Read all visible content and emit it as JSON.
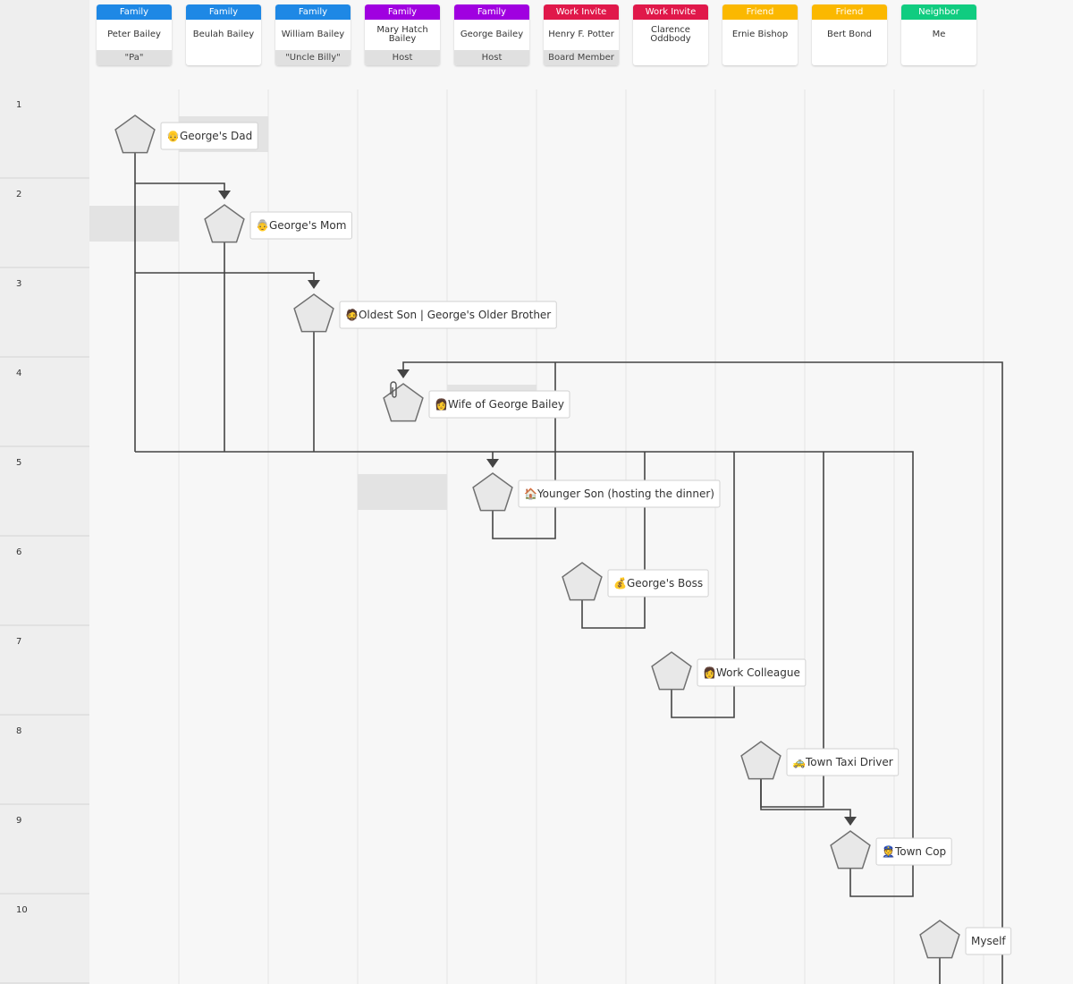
{
  "header": {
    "columns": [
      {
        "tag": "Family",
        "tag_color": "#1e88e5",
        "name": "Peter Bailey",
        "role": "\"Pa\""
      },
      {
        "tag": "Family",
        "tag_color": "#1e88e5",
        "name": "Beulah Bailey",
        "role": ""
      },
      {
        "tag": "Family",
        "tag_color": "#1e88e5",
        "name": "William Bailey",
        "role": "\"Uncle Billy\""
      },
      {
        "tag": "Family",
        "tag_color": "#a000e0",
        "name": "Mary Hatch Bailey",
        "role": "Host"
      },
      {
        "tag": "Family",
        "tag_color": "#a000e0",
        "name": "George Bailey",
        "role": "Host"
      },
      {
        "tag": "Work Invite",
        "tag_color": "#e0184a",
        "name": "Henry F. Potter",
        "role": "Board Member"
      },
      {
        "tag": "Work Invite",
        "tag_color": "#e0184a",
        "name": "Clarence Oddbody",
        "role": ""
      },
      {
        "tag": "Friend",
        "tag_color": "#fbb800",
        "name": "Ernie Bishop",
        "role": ""
      },
      {
        "tag": "Friend",
        "tag_color": "#fbb800",
        "name": "Bert Bond",
        "role": ""
      },
      {
        "tag": "Neighbor",
        "tag_color": "#10cc80",
        "name": "Me",
        "role": ""
      }
    ]
  },
  "rows": [
    "1",
    "2",
    "3",
    "4",
    "5",
    "6",
    "7",
    "8",
    "9",
    "10"
  ],
  "nodes": [
    {
      "emoji": "👴",
      "label": "George's Dad"
    },
    {
      "emoji": "👵",
      "label": "George's Mom"
    },
    {
      "emoji": "🧔",
      "label": "Oldest Son | George's Older Brother"
    },
    {
      "emoji": "👩",
      "label": "Wife of George Bailey"
    },
    {
      "emoji": "🏠",
      "label": "Younger Son (hosting the dinner)"
    },
    {
      "emoji": "💰",
      "label": "George's Boss"
    },
    {
      "emoji": "👩",
      "label": "Work Colleague"
    },
    {
      "emoji": "🚕",
      "label": "Town Taxi Driver"
    },
    {
      "emoji": "👮",
      "label": "Town Cop"
    },
    {
      "emoji": "",
      "label": "Myself"
    }
  ],
  "icons": {
    "attachment": "paperclip-icon",
    "node_shape": "pentagon-icon",
    "arrow": "arrowhead-icon"
  },
  "colors": {
    "line": "#444444",
    "node_fill": "#e8e8e8",
    "node_stroke": "#707070",
    "sidebar": "#eeeeee",
    "highlight": "#e3e3e3"
  }
}
